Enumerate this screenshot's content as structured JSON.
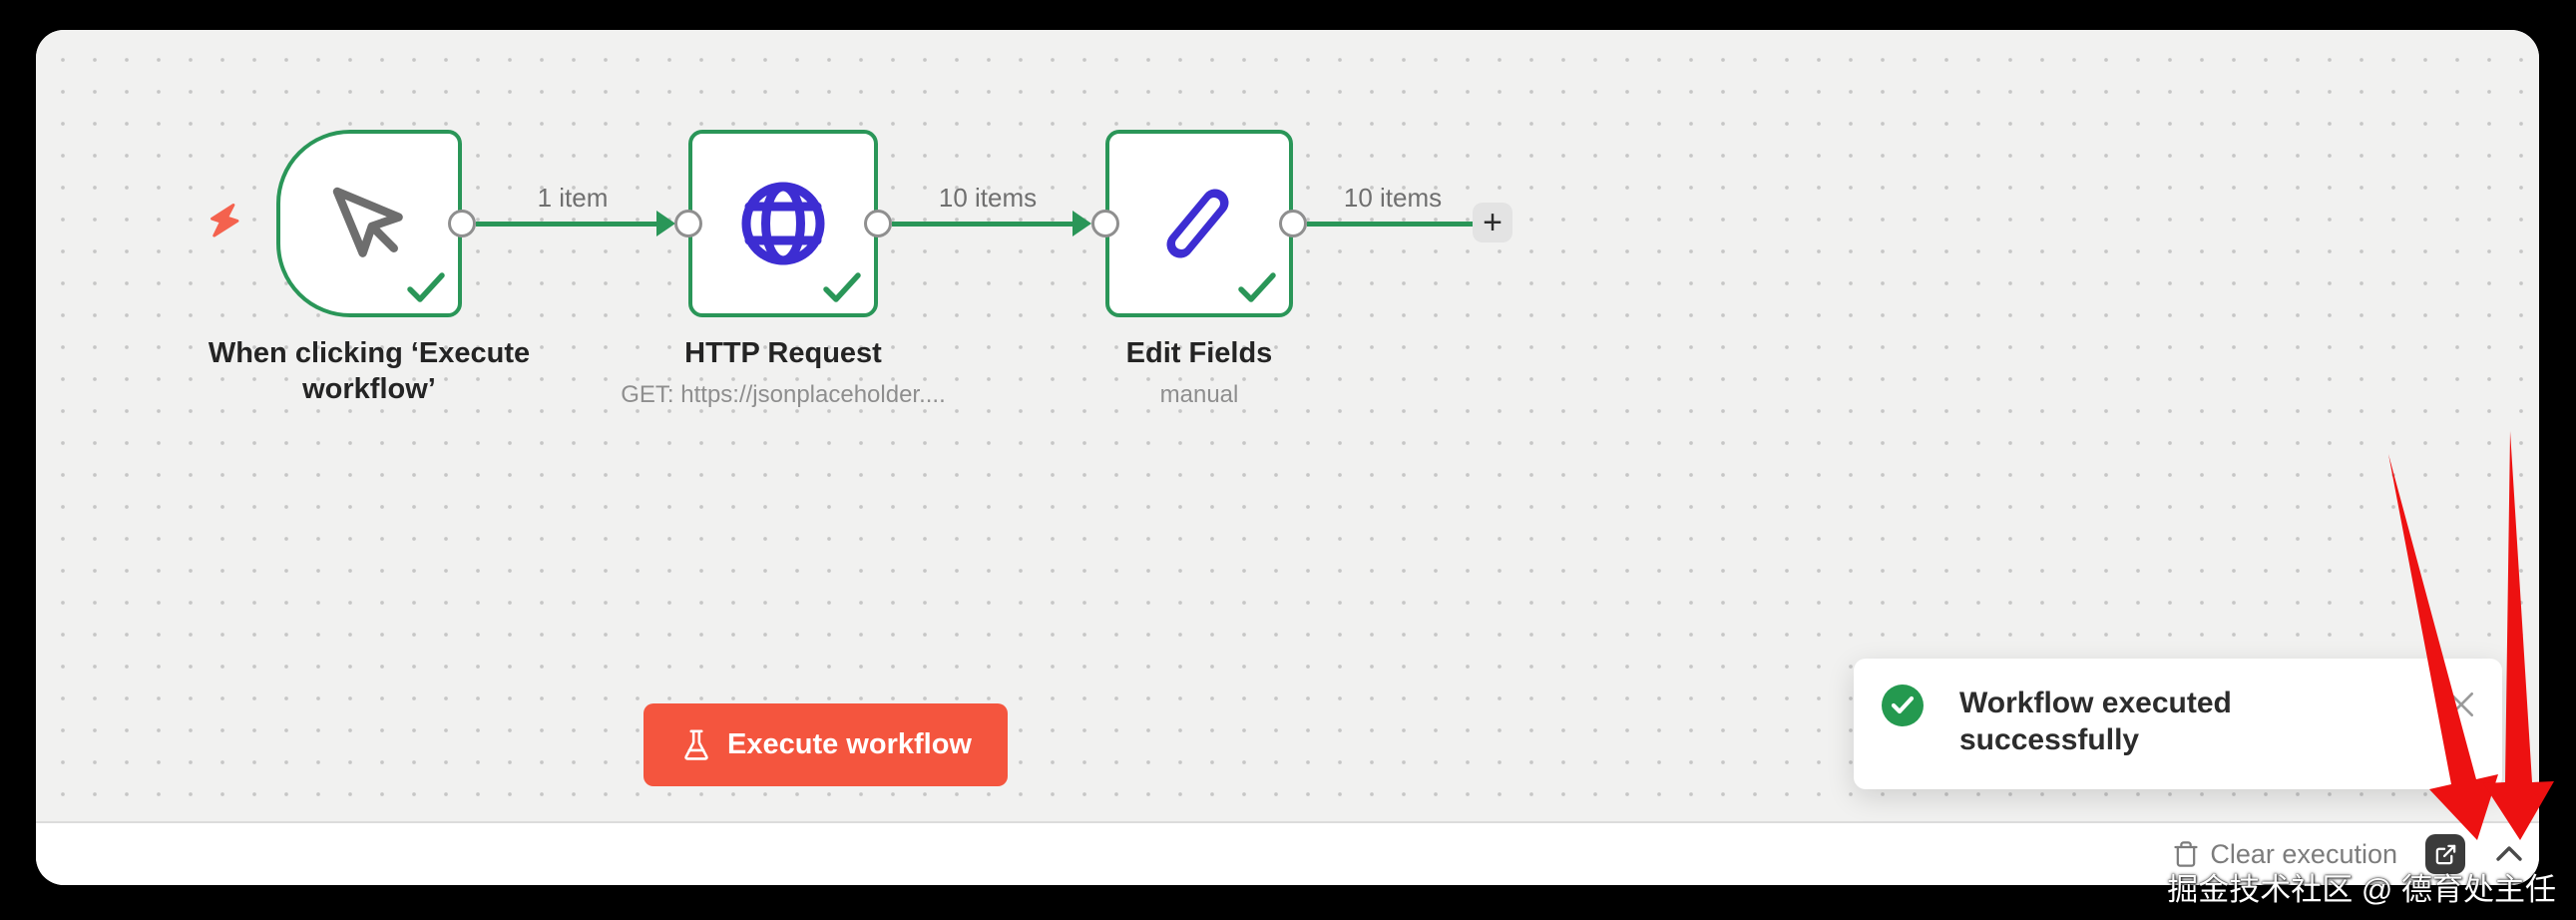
{
  "canvas": {
    "nodes": [
      {
        "id": "manual-trigger",
        "title": "When clicking ‘Execute workflow’",
        "subtitle": "",
        "icon": "mouse-pointer-icon",
        "status": "success"
      },
      {
        "id": "http-request",
        "title": "HTTP Request",
        "subtitle": "GET: https://jsonplaceholder....",
        "icon": "globe-icon",
        "status": "success"
      },
      {
        "id": "edit-fields",
        "title": "Edit Fields",
        "subtitle": "manual",
        "icon": "pencil-icon",
        "status": "success"
      }
    ],
    "connections": [
      {
        "from": "manual-trigger",
        "to": "http-request",
        "label": "1 item"
      },
      {
        "from": "http-request",
        "to": "edit-fields",
        "label": "10 items"
      },
      {
        "from": "edit-fields",
        "to": "add-node",
        "label": "10 items"
      }
    ],
    "add_node_button": {
      "label": "+"
    }
  },
  "execute_button": {
    "label": "Execute workflow",
    "icon": "flask-icon"
  },
  "toast": {
    "title": "Workflow executed successfully",
    "icon": "success-check-icon",
    "close_icon": "close-icon"
  },
  "footer": {
    "clear_execution_label": "Clear execution",
    "icons": [
      "trash-icon",
      "open-in-new-icon",
      "chevron-up-icon"
    ]
  },
  "watermark": {
    "text": "掘金技术社区 @ 德育处主任"
  },
  "colors": {
    "success_green": "#2a9658",
    "toast_badge_green": "#24994f",
    "primary_red": "#f4553e",
    "bolt_coral": "#f4624e",
    "node_icon_blue": "#3d2dd2",
    "annotation_red": "#ed1111",
    "canvas_bg": "#f1f1f0"
  }
}
